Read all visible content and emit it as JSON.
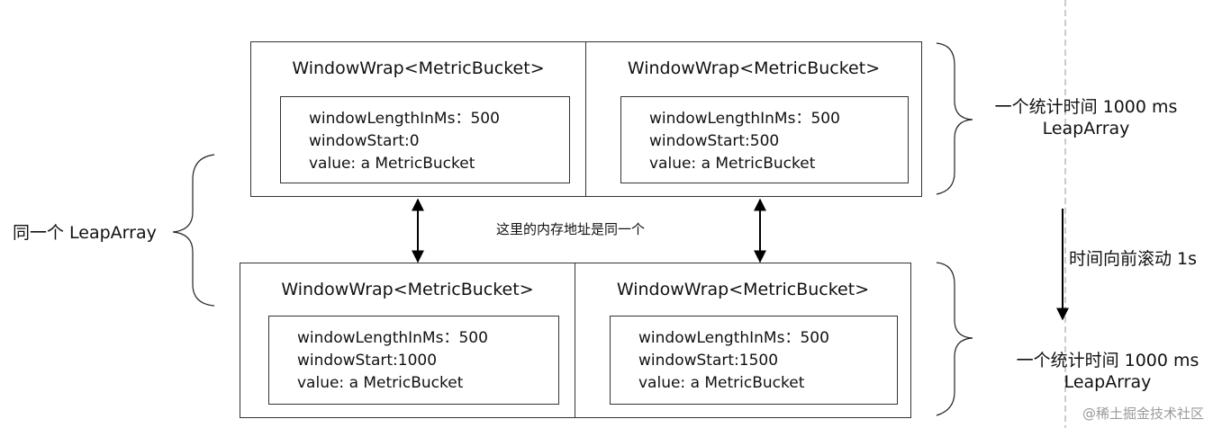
{
  "top_array": {
    "cells": [
      {
        "title": "WindowWrap<MetricBucket>",
        "length_line": "windowLengthInMs：500",
        "start_line": "windowStart:0",
        "value_line": "value: a MetricBucket"
      },
      {
        "title": "WindowWrap<MetricBucket>",
        "length_line": "windowLengthInMs：500",
        "start_line": "windowStart:500",
        "value_line": "value: a MetricBucket"
      }
    ],
    "brace_label": {
      "line1": "一个统计时间 1000 ms",
      "line2": "LeapArray"
    }
  },
  "bottom_array": {
    "cells": [
      {
        "title": "WindowWrap<MetricBucket>",
        "length_line": "windowLengthInMs：500",
        "start_line": "windowStart:1000",
        "value_line": "value: a MetricBucket"
      },
      {
        "title": "WindowWrap<MetricBucket>",
        "length_line": "windowLengthInMs：500",
        "start_line": "windowStart:1500",
        "value_line": "value: a MetricBucket"
      }
    ],
    "brace_label": {
      "line1": "一个统计时间 1000 ms",
      "line2": "LeapArray"
    }
  },
  "same_array_label": "同一个 LeapArray",
  "same_address_note": "这里的内存地址是同一个",
  "time_forward_label": "时间向前滚动 1s",
  "watermark": "@稀土掘金技术社区"
}
